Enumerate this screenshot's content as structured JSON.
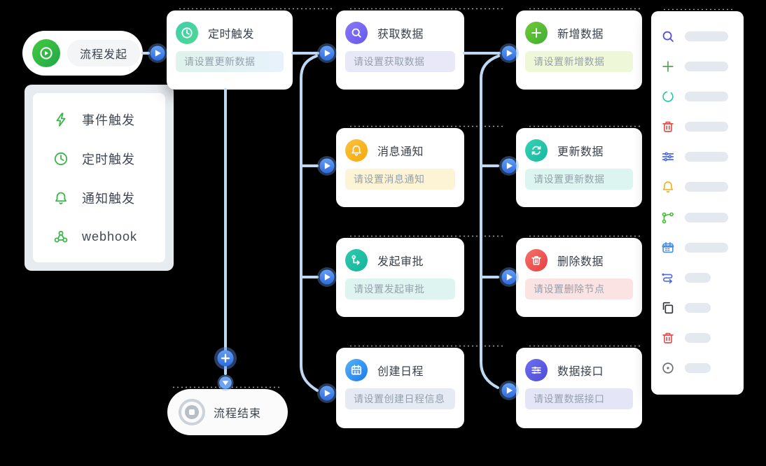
{
  "flow": {
    "start": {
      "label": "流程发起"
    },
    "end": {
      "label": "流程结束"
    },
    "menu": {
      "items": [
        {
          "icon": "lightning-icon",
          "label": "事件触发"
        },
        {
          "icon": "clock-icon",
          "label": "定时触发"
        },
        {
          "icon": "bell-icon",
          "label": "通知触发"
        },
        {
          "icon": "webhook-icon",
          "label": "webhook"
        }
      ]
    },
    "nodes": {
      "timer": {
        "title": "定时触发",
        "subtitle": "请设置更新数据",
        "icon": "clock-icon",
        "icon_bg": "linear-gradient(135deg,#3ecfae,#4fd792)",
        "subtitle_bg": "linear-gradient(90deg,#def3eb,#e8f2fc)"
      },
      "fetch": {
        "title": "获取数据",
        "subtitle": "请设置获取数据",
        "icon": "search-icon",
        "icon_bg": "linear-gradient(135deg,#8a78f7,#6557ef)",
        "subtitle_bg": "#e8e8f9"
      },
      "add": {
        "title": "新增数据",
        "subtitle": "请设置新增数据",
        "icon": "plus-icon",
        "icon_bg": "linear-gradient(135deg,#71c937,#3fae34)",
        "subtitle_bg": "#eff7d9"
      },
      "notify": {
        "title": "消息通知",
        "subtitle": "请设置消息通知",
        "icon": "bell-icon",
        "icon_bg": "linear-gradient(135deg,#fcc43c,#f5a70c)",
        "subtitle_bg": "#fcf4d5"
      },
      "update": {
        "title": "更新数据",
        "subtitle": "请设置更新数据",
        "icon": "sync-icon",
        "icon_bg": "linear-gradient(135deg,#35d2b7,#17b89e)",
        "subtitle_bg": "#dcf5f0"
      },
      "approval": {
        "title": "发起审批",
        "subtitle": "请设置发起审批",
        "icon": "approval-icon",
        "icon_bg": "linear-gradient(135deg,#30c9ae,#14b59b)",
        "subtitle_bg": "#def4f0"
      },
      "delete": {
        "title": "删除数据",
        "subtitle": "请设置删除节点",
        "icon": "trash-icon",
        "icon_bg": "linear-gradient(135deg,#f4726b,#e73f3f)",
        "subtitle_bg": "#fbe2e3"
      },
      "schedule": {
        "title": "创建日程",
        "subtitle": "请设置创建日程信息",
        "icon": "calendar-icon",
        "icon_bg": "linear-gradient(135deg,#55b3f8,#1d79e9)",
        "subtitle_bg": "#e6eaf4"
      },
      "api": {
        "title": "数据接口",
        "subtitle": "请设置数据接口",
        "icon": "sliders-icon",
        "icon_bg": "linear-gradient(135deg,#7070f0,#4b4bd6)",
        "subtitle_bg": "#e4e6f8"
      }
    },
    "colors": {
      "connector": "#bdd8f3",
      "arrow_node_start": "#63a0f4",
      "arrow_node_end": "#2e6be2",
      "start_icon_bg": "linear-gradient(135deg,#45c93e,#1ea84a)",
      "menu_icon_color": "#3cb54a"
    }
  },
  "sidebar": {
    "rows": [
      {
        "icon": "search-icon",
        "color": "#5451de",
        "bar": "wide"
      },
      {
        "icon": "plus-icon",
        "color": "#57a05a",
        "bar": "wide"
      },
      {
        "icon": "circle-icon",
        "color": "#2bc5a9",
        "bar": "wide"
      },
      {
        "icon": "trash-icon",
        "color": "#e05252",
        "bar": "wide"
      },
      {
        "icon": "sliders-icon",
        "color": "#4a6bf0",
        "bar": "wide"
      },
      {
        "icon": "bell-icon",
        "color": "#edb32f",
        "bar": "wide"
      },
      {
        "icon": "branch-icon",
        "color": "#4cbb3c",
        "bar": "wide"
      },
      {
        "icon": "calendar-icon",
        "color": "#4a90e2",
        "bar": "wide"
      },
      {
        "icon": "route-icon",
        "color": "#4a6bf0",
        "bar": "short"
      },
      {
        "icon": "copy-icon",
        "color": "#2f3237",
        "bar": "short"
      },
      {
        "icon": "trash-icon",
        "color": "#e05252",
        "bar": "short"
      },
      {
        "icon": "target-icon",
        "color": "#6b7077",
        "bar": "short"
      }
    ]
  }
}
